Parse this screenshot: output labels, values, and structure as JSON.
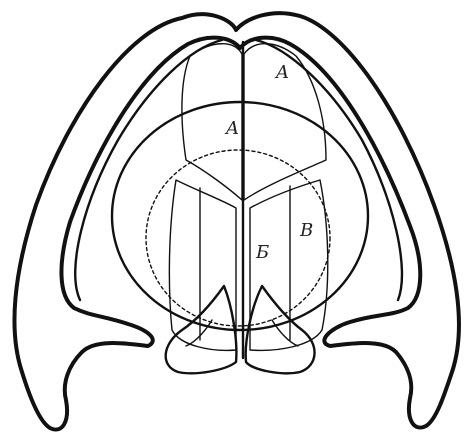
{
  "diagram": {
    "labels": {
      "a_top": "A",
      "a_center": "A",
      "b": "B",
      "b_center": "Б"
    },
    "colors": {
      "ink": "#111111",
      "paper": "#ffffff"
    }
  }
}
